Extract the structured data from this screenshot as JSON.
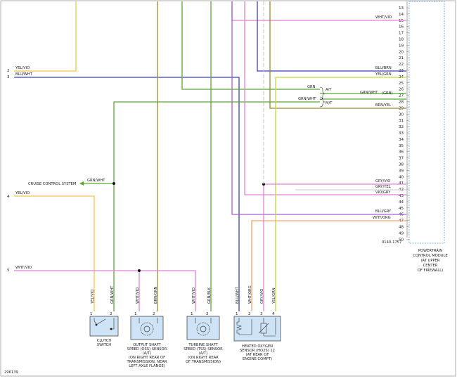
{
  "diagram_id": "296139",
  "pcm": {
    "connector_id": "0140-1757",
    "caption_lines": [
      "POWERTRAIN",
      "CONTROL MODULE",
      "(AT UPPER",
      "CENTER",
      "OF FIREWALL)"
    ],
    "pins": [
      "13",
      "14",
      "15",
      "16",
      "17",
      "18",
      "19",
      "20",
      "21",
      "22",
      "23",
      "24",
      "25",
      "26",
      "27",
      "28",
      "29",
      "30",
      "31",
      "32",
      "33",
      "34",
      "35",
      "36",
      "37",
      "38",
      "39",
      "40",
      "41",
      "42",
      "43",
      "44",
      "45",
      "46",
      "47",
      "48",
      "49",
      "50"
    ]
  },
  "left_refs": {
    "r2": "2",
    "r2_label": "YEL/VIO",
    "r3": "3",
    "r3_label": "BLU/WHT",
    "r4": "4",
    "r4_label": "YEL/VIO",
    "r5": "5",
    "r5_label": "WHT/VIO"
  },
  "wire_labels": {
    "p15": "WHT/VIO",
    "p23": "BLU/BRN",
    "p24": "YEL/GRN",
    "grn": "GRN",
    "grn_wht": "GRN/WHT",
    "grn_wht_27": "GRN/WHT",
    "grn_paren": "(GRN)",
    "at": "A/T",
    "mt": "M/T",
    "p29": "BRN/YEL",
    "p41": "GRY/VIO",
    "p42": "GRY/YEL",
    "p43": "VIO/GRY",
    "p46": "BLU/GRY",
    "p47": "WHT/ORG",
    "cruise_wire": "GRN/WHT"
  },
  "cruise_control_label": "CRUISE CONTROL SYSTEM",
  "components": {
    "clutch": {
      "wire1": "YEL/VIO",
      "wire2": "GRN/WHT",
      "pin1": "1",
      "pin2": "2",
      "caption": [
        "CLUTCH",
        "SWITCH"
      ]
    },
    "oss": {
      "wire1": "WHT/VIO",
      "wire2": "BRN/GRN",
      "pin1": "1",
      "pin2": "2",
      "caption": [
        "OUTPUT SHAFT",
        "SPEED (OSS) SENSOR",
        "(A/T)",
        "(ON RIGHT REAR OF",
        "TRANSMISSION, NEAR",
        "LEFT AXLE FLANGE)"
      ]
    },
    "tss": {
      "wire1": "WHT/VIO",
      "wire2": "GRN/BLK",
      "pin1": "1",
      "pin2": "2",
      "caption": [
        "TURBINE SHAFT",
        "SPEED (TSS) SENSOR",
        "(A/T)",
        "(ON RIGHT REAR",
        "OF TRANSMISSION)"
      ]
    },
    "ho2s": {
      "wire1": "BLU/WHT",
      "wire2": "WHT/ORG",
      "wire3": "GRY/VIO",
      "wire4": "YEL/GRN",
      "pin1": "1",
      "pin2": "2",
      "pin3": "3",
      "pin4": "4",
      "caption": [
        "HEATED OXYGEN",
        "SENSOR (HO2S) 12",
        "(AT REAR OF",
        "ENGINE COMPT)"
      ]
    }
  },
  "colors": {
    "yellow": "#f5c34a",
    "blue": "#3c3fbf",
    "green": "#5aa832",
    "brown": "#9c8a2e",
    "pink": "#e27fd8",
    "orange": "#f2a06e",
    "violet": "#a35fd6",
    "lime": "#c3d93b",
    "gray": "#c9c9c9"
  }
}
